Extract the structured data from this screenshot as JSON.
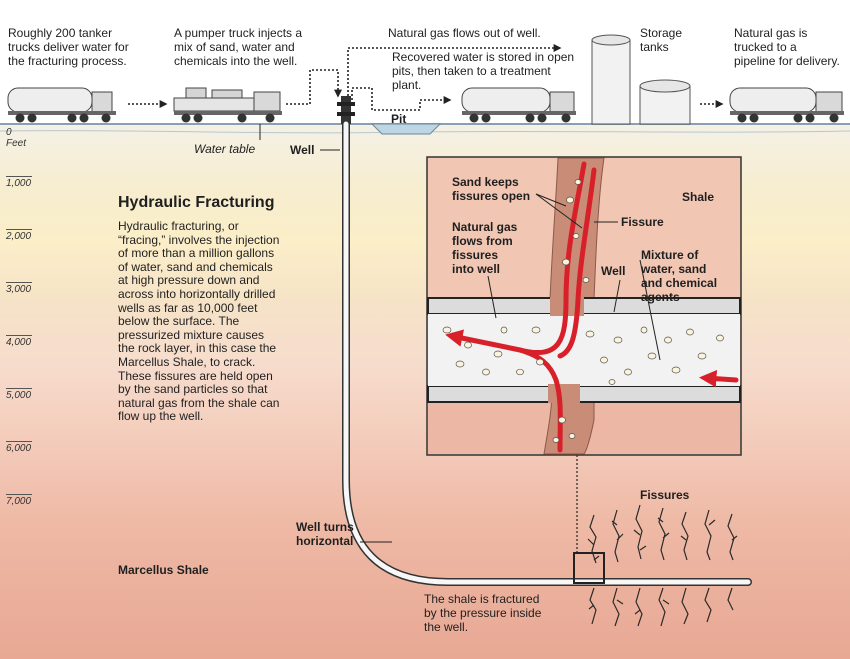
{
  "captions": {
    "tanker_trucks": "Roughly 200 tanker\ntrucks deliver water for\nthe fracturing process.",
    "pumper_truck": "A pumper truck injects a\nmix of sand, water and\nchemicals into the well.",
    "gas_flows_out": "Natural gas flows out of well.",
    "recovered_water": "Recovered water is stored in open\npits, then taken to a treatment\nplant.",
    "storage_tanks": "Storage\ntanks",
    "trucked_to_pipeline": "Natural gas is\ntrucked to a\npipeline for delivery.",
    "pit": "Pit",
    "water_table": "Water table",
    "well": "Well",
    "well_turns_horizontal": "Well turns\nhorizontal",
    "marcellus_shale": "Marcellus Shale",
    "fissures": "Fissures",
    "shale_fractured": "The shale is fractured\nby the pressure inside\nthe well."
  },
  "depth_scale": {
    "zero": "0 Feet",
    "ticks": [
      "1,000",
      "2,000",
      "3,000",
      "4,000",
      "5,000",
      "6,000",
      "7,000"
    ]
  },
  "article": {
    "title": "Hydraulic Fracturing",
    "body": "Hydraulic fracturing, or\n“fracing,” involves the injection\nof more than a million gallons\nof water, sand and chemicals\nat high pressure down and\nacross into horizontally drilled\nwells as far as 10,000 feet\nbelow the surface. The\npressurized mixture causes\nthe rock layer, in this case the\nMarcellus Shale, to crack.\nThese fissures are held open\nby the sand particles so that\nnatural gas from the shale can\nflow up the well."
  },
  "inset": {
    "sand_keeps_open": "Sand keeps\nfissures open",
    "shale": "Shale",
    "fissure": "Fissure",
    "gas_flows_from": "Natural gas\nflows from\nfissures\ninto well",
    "well": "Well",
    "mixture": "Mixture of\nwater, sand\nand chemical\nagents"
  },
  "colors": {
    "sky": "#ffffff",
    "ground_top": "#f3efe2",
    "ground_band_yellow": "#faecc8",
    "shale_pink": "#f2c9b4",
    "shale_deep": "#e7a793",
    "fissure_red": "#d8202a",
    "pipe_gray": "#e5e5e5"
  }
}
